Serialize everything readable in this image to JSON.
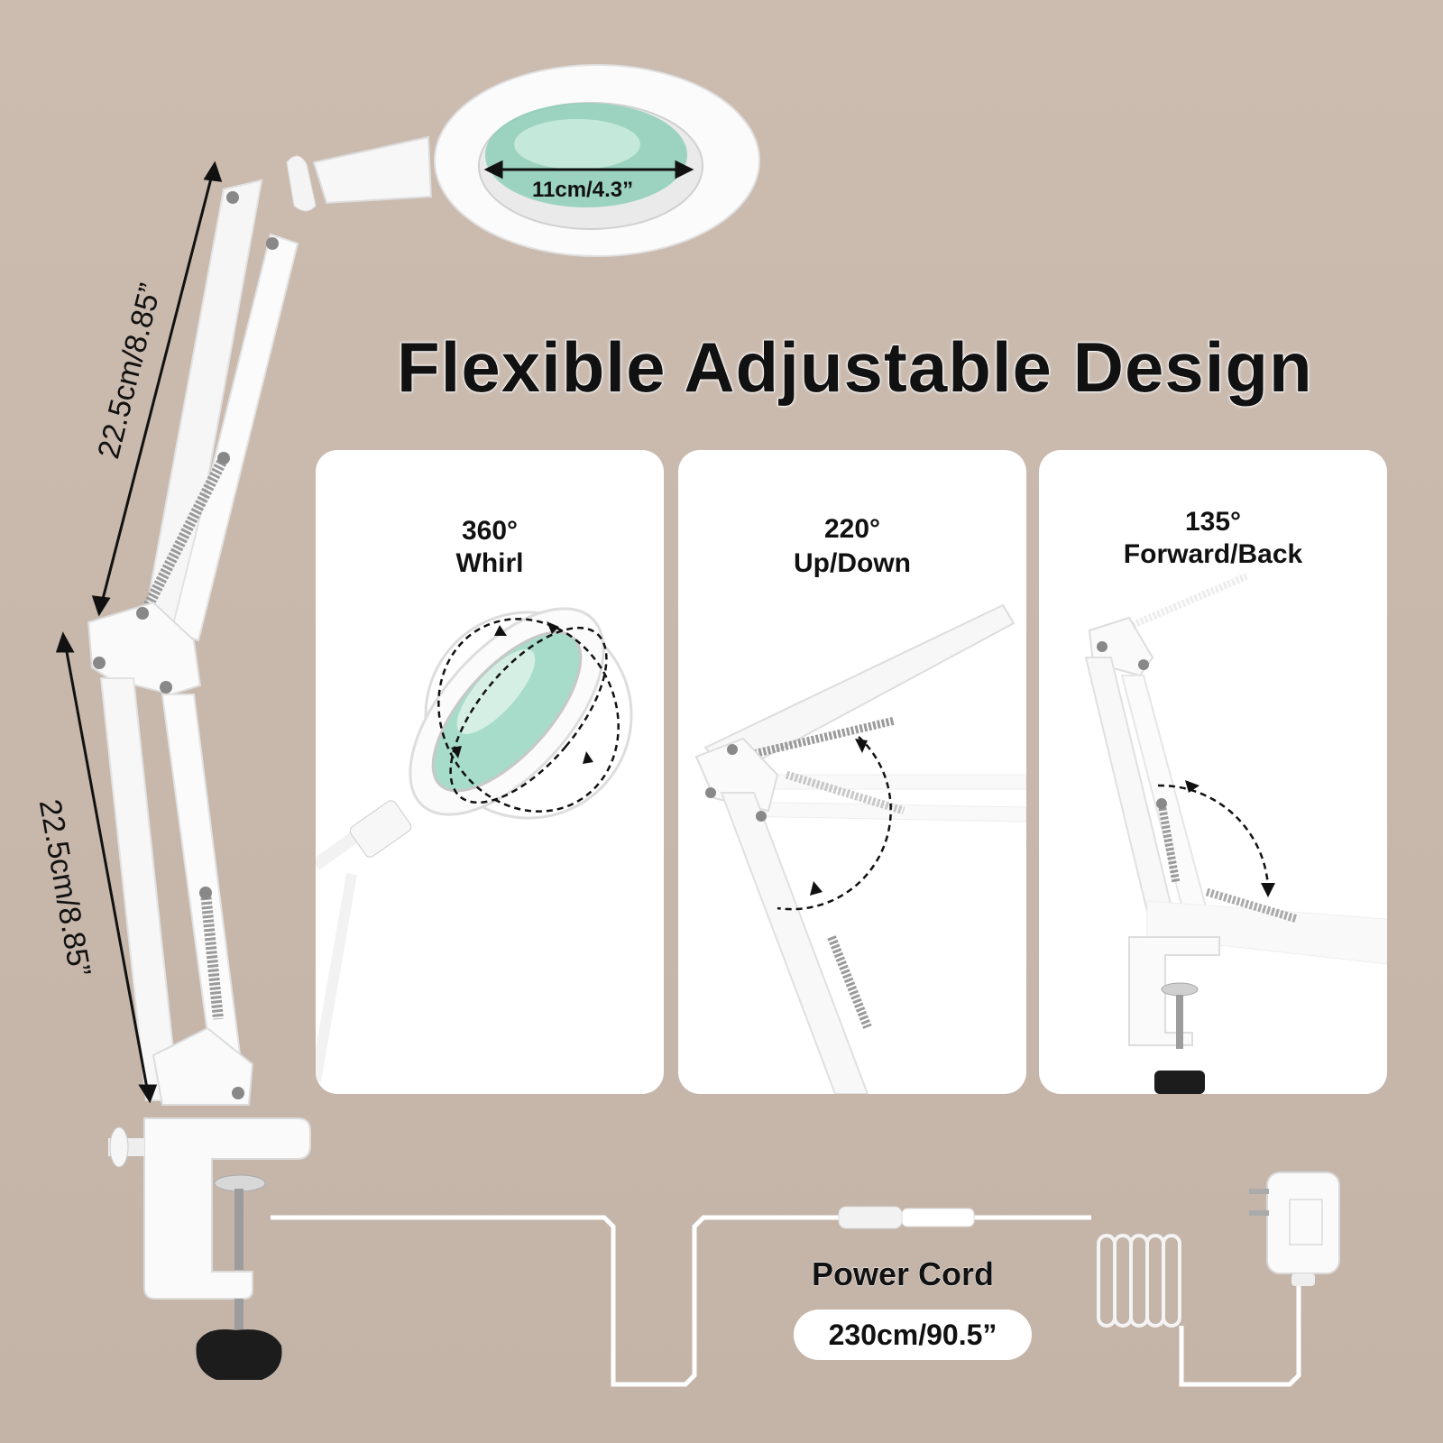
{
  "title": "Flexible Adjustable Design",
  "lens": {
    "diameter_label": "11cm/4.3”"
  },
  "arm_segments": [
    {
      "length_label": "22.5cm/8.85”"
    },
    {
      "length_label": "22.5cm/8.85”"
    }
  ],
  "panels": [
    {
      "angle": "360°",
      "motion": "Whirl"
    },
    {
      "angle": "220°",
      "motion": "Up/Down"
    },
    {
      "angle": "135°",
      "motion": "Forward/Back"
    }
  ],
  "power_cord": {
    "title": "Power Cord",
    "length_label": "230cm/90.5”"
  }
}
